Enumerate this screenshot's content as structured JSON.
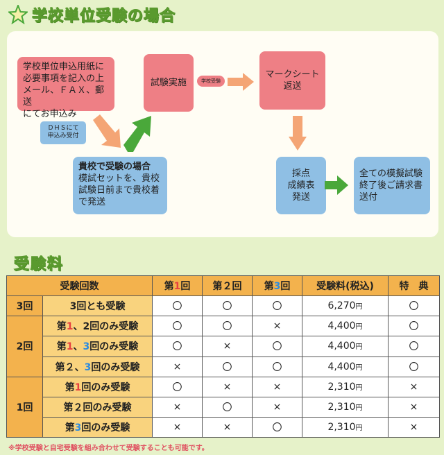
{
  "header": {
    "title": "学校単位受験の場合",
    "star_icon": "green-star-icon"
  },
  "flow": {
    "apply": {
      "lines": [
        "学校単位申込用紙に",
        "必要事項を記入の上",
        "メール、ＦＡＸ、郵送",
        "にてお申込み"
      ]
    },
    "dhs_badge": {
      "lines": [
        "ＤＨＳにて",
        "申込み受付"
      ]
    },
    "exam": {
      "label": "試験実施"
    },
    "school_exam_pill": {
      "label": "学校受験"
    },
    "mark_sheet": {
      "lines": [
        "マークシート",
        "返送"
      ]
    },
    "at_school": {
      "heading": "貴校で受験の場合",
      "lines": [
        "模試セットを、貴校",
        "試験日前まで貴校着",
        "で発送"
      ]
    },
    "score": {
      "lines": [
        "採点",
        "成績表",
        "発送"
      ]
    },
    "invoice": {
      "lines": [
        "全ての模擬試験",
        "終了後ご請求書",
        "送付"
      ]
    },
    "colors": {
      "pink": "#ee7f85",
      "blue": "#8fbfe4",
      "green_arrow": "#4aa83a",
      "orange_arrow": "#f4a575"
    }
  },
  "fee_section": {
    "title": "受験料",
    "headers": {
      "count": "受験回数",
      "r1_pre": "第",
      "r1_num": "1",
      "r1_post": "回",
      "r2": "第２回",
      "r3_pre": "第",
      "r3_num": "3",
      "r3_post": "回",
      "fee": "受験料(税込)",
      "bonus": "特　典"
    },
    "groups": {
      "g3": "3回",
      "g2": "2回",
      "g1": "1回"
    },
    "rows": [
      {
        "label_pre": "3回とも受験",
        "r1": "〇",
        "r2": "〇",
        "r3": "〇",
        "fee": "6,270",
        "unit": "円",
        "bonus": "〇"
      },
      {
        "label_pre": "第",
        "label_red": "1",
        "label_post": "、2回のみ受験",
        "r1": "〇",
        "r2": "〇",
        "r3": "×",
        "fee": "4,400",
        "unit": "円",
        "bonus": "〇"
      },
      {
        "label_pre": "第",
        "label_red": "1",
        "label_mid": "、",
        "label_blue": "3",
        "label_post": "回のみ受験",
        "r1": "〇",
        "r2": "×",
        "r3": "〇",
        "fee": "4,400",
        "unit": "円",
        "bonus": "〇"
      },
      {
        "label_pre": "第２、",
        "label_blue": "3",
        "label_post": "回のみ受験",
        "r1": "×",
        "r2": "〇",
        "r3": "〇",
        "fee": "4,400",
        "unit": "円",
        "bonus": "〇"
      },
      {
        "label_pre": "第",
        "label_red": "1",
        "label_post": "回のみ受験",
        "r1": "〇",
        "r2": "×",
        "r3": "×",
        "fee": "2,310",
        "unit": "円",
        "bonus": "×"
      },
      {
        "label_pre": "第２回のみ受験",
        "r1": "×",
        "r2": "〇",
        "r3": "×",
        "fee": "2,310",
        "unit": "円",
        "bonus": "×"
      },
      {
        "label_pre": "第",
        "label_blue": "3",
        "label_post": "回のみ受験",
        "r1": "×",
        "r2": "×",
        "r3": "〇",
        "fee": "2,310",
        "unit": "円",
        "bonus": "×"
      }
    ],
    "note": "※学校受験と自宅受験を組み合わせて受験することも可能です。"
  }
}
